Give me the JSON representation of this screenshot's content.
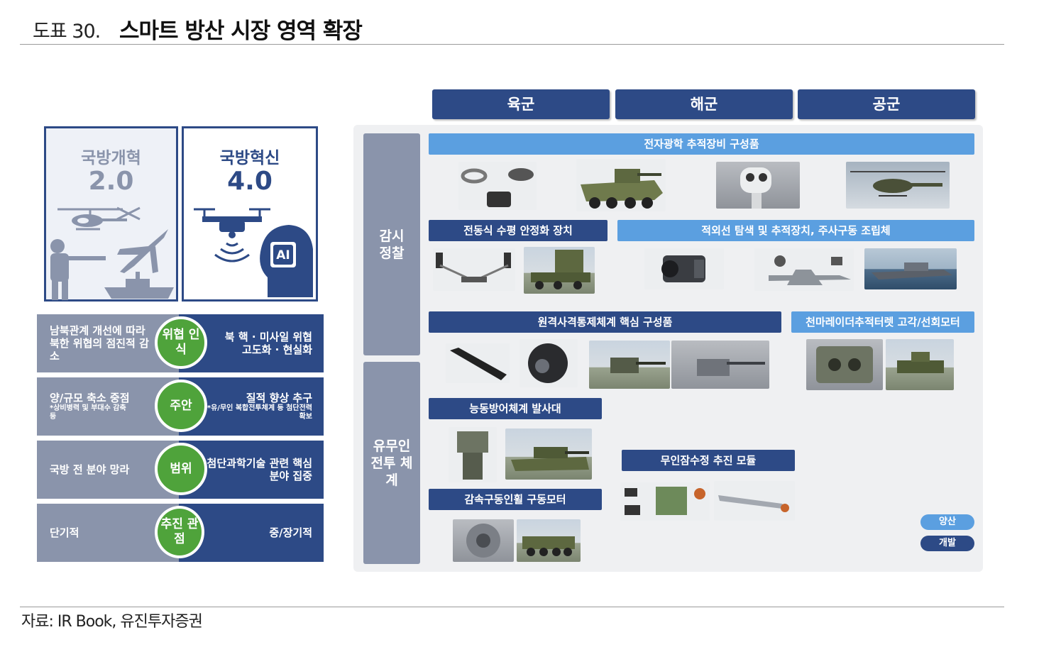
{
  "header": {
    "number": "도표 30.",
    "title": "스마트 방산 시장 영역 확장"
  },
  "left": {
    "reform_old": {
      "title": "국방개혁",
      "version": "2.0"
    },
    "reform_new": {
      "title": "국방혁신",
      "version": "4.0",
      "ai_label": "AI"
    },
    "rows": [
      {
        "old": "남북관계 개선에 따라 북한 위협의 점진적 감소",
        "pivot": "위협 인식",
        "new": "북 핵 · 미사일 위협 고도화 · 현실화"
      },
      {
        "old": "양/규모 축소 중점",
        "old_note": "*상비병력 및 부대수 감축 등",
        "pivot": "주안",
        "new": "질적 향상 추구",
        "new_note": "*유/무인 복합전투체계 등 첨단전력 확보"
      },
      {
        "old": "국방 전 분야 망라",
        "pivot": "범위",
        "new": "첨단과학기술 관련 핵심분야 집중"
      },
      {
        "old": "단기적",
        "pivot": "추진 관점",
        "new": "중/장기적"
      }
    ]
  },
  "right": {
    "branches": [
      "육군",
      "해군",
      "공군"
    ],
    "categories": [
      "감시 정찰",
      "유무인 전투 체계"
    ],
    "labels": {
      "eo_tracking": "전자광학 추적장비 구성품",
      "stabilizer": "전동식 수평 안정화 장치",
      "ir_tracking": "적외선 탐색 및 추적장치, 주사구동 조립체",
      "rcws": "원격사격통제체계 핵심 구성품",
      "turret_motor": "천마레이더추적터렛 고각/선회모터",
      "aps_launcher": "능동방어체계 발사대",
      "uuv_module": "무인잠수정 추진 모듈",
      "gear_motor": "감속구동인휠 구동모터"
    },
    "legend": {
      "production": "양산",
      "development": "개발"
    }
  },
  "source": "자료: IR Book, 유진투자증권",
  "colors": {
    "navy": "#2d4a86",
    "slate": "#8a94ab",
    "sky": "#5b9fe0",
    "green": "#4fa33b",
    "panel": "#eff0f2"
  },
  "icons": [
    "soldier-icon",
    "helicopter-icon",
    "fighter-jet-icon",
    "warship-icon",
    "drone-icon",
    "signal-icon",
    "ai-head-icon"
  ]
}
